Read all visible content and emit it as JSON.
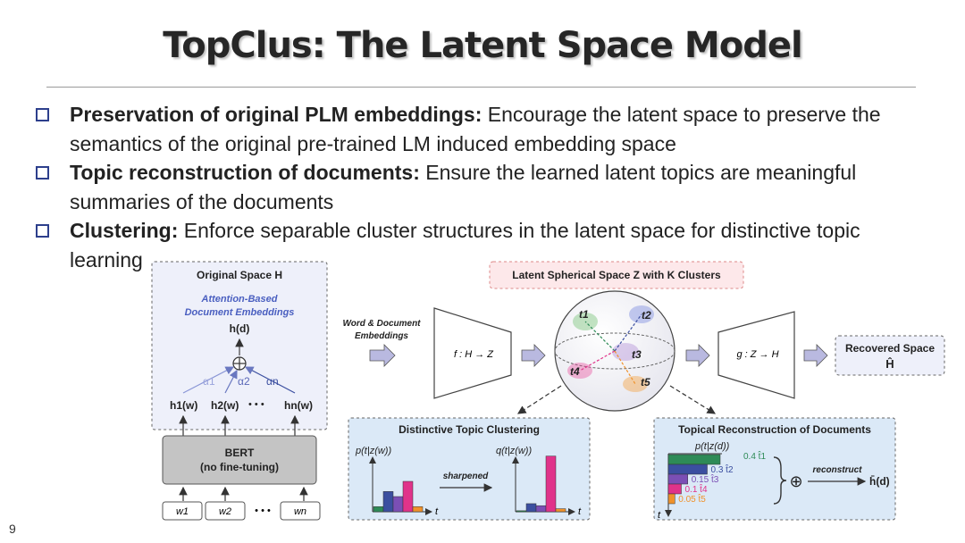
{
  "slide": {
    "title": "TopClus: The Latent Space Model",
    "page_number": "9"
  },
  "bullets": [
    {
      "bold": "Preservation of original PLM embeddings:",
      "text": "  Encourage the latent space to preserve the semantics of the original pre-trained LM induced embedding space"
    },
    {
      "bold": "Topic reconstruction of documents:",
      "text": " Ensure the learned latent topics are meaningful summaries of the documents"
    },
    {
      "bold": "Clustering:",
      "text": " Enforce separable cluster structures in the latent space for distinctive topic learning"
    }
  ],
  "diagram": {
    "original_space": {
      "title": "Original Space H",
      "attention_label_1": "Attention-Based",
      "attention_label_2": "Document Embeddings",
      "doc_embedding": "h(d)",
      "alphas": [
        "α1",
        "α2",
        "αn"
      ],
      "word_embeddings": [
        "h1(w)",
        "h2(w)",
        "hn(w)"
      ],
      "dots": "• • •"
    },
    "bert": {
      "label_1": "BERT",
      "label_2": "(no fine-tuning)"
    },
    "tokens": [
      "w1",
      "w2",
      "wn"
    ],
    "token_dots": "• • •",
    "input_label_1": "Word & Document",
    "input_label_2": "Embeddings",
    "encoder_label": "f : H → Z",
    "latent_title": "Latent Spherical Space Z with K Clusters",
    "topic_labels": [
      "t1",
      "t2",
      "t3",
      "t4",
      "t5"
    ],
    "decoder_label": "g : Z → H",
    "recovered": {
      "label_1": "Recovered Space",
      "label_2": "Ĥ"
    },
    "clustering_box": {
      "title": "Distinctive Topic Clustering",
      "p_label": "p(t|z(w))",
      "q_label": "q(t|z(w))",
      "arrow_label": "sharpened",
      "axis_label": "t"
    },
    "reconstruction_box": {
      "title": "Topical Reconstruction of Documents",
      "p_label": "p(t|z(d))",
      "bar_labels": [
        "0.4 t̂1",
        "0.3 t̂2",
        "0.15 t̂3",
        "0.1 t̂4",
        "0.05 t̂5"
      ],
      "oplus": "⊕",
      "arrow_label": "reconstruct",
      "output": "h̄(d)",
      "axis_label": "t"
    },
    "colors": {
      "green": "#2e8b57",
      "blue": "#3b4fa0",
      "purple": "#7b4fb5",
      "pink": "#e0338a",
      "orange": "#f0922b",
      "arrow_fill": "#b9b9e0"
    }
  },
  "chart_data": [
    {
      "type": "bar",
      "title": "",
      "categories": [
        "t1",
        "t2",
        "t3",
        "t4",
        "t5"
      ],
      "values": [
        0.05,
        0.2,
        0.15,
        0.3,
        0.05
      ],
      "ylim": [
        0,
        0.6
      ]
    },
    {
      "type": "bar",
      "title": "",
      "categories": [
        "t1",
        "t2",
        "t3",
        "t4",
        "t5"
      ],
      "values": [
        0.01,
        0.08,
        0.06,
        0.55,
        0.03
      ],
      "ylim": [
        0,
        0.6
      ]
    },
    {
      "type": "bar",
      "title": "",
      "categories": [
        "t1",
        "t2",
        "t3",
        "t4",
        "t5"
      ],
      "values": [
        0.4,
        0.3,
        0.15,
        0.1,
        0.05
      ],
      "xlim": [
        0,
        0.4
      ]
    }
  ]
}
